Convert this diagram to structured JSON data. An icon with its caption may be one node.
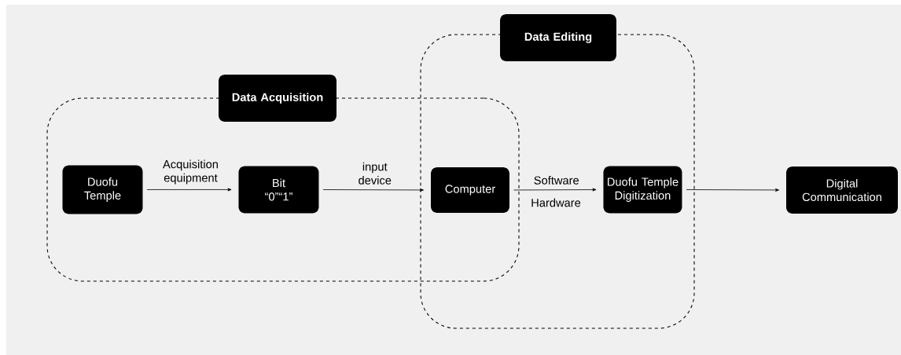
{
  "diagram": {
    "nodes": [
      {
        "text": [],
        "shape": "box"
      },
      {
        "text": [
          "Data Acquisition"
        ]
      },
      {
        "text": [],
        "shape": "box"
      },
      {
        "text": [
          "Data Editing"
        ]
      },
      {
        "text": [
          "Duofu Temple"
        ],
        "in": 0
      },
      {
        "text": [
          "Bit “0”“1”"
        ],
        "in": 0
      },
      {
        "text": [
          "Computer"
        ]
      },
      {
        "text": [
          "Duofu Temple Digitization"
        ],
        "in": 2
      },
      {
        "text": [
          "Digital Communication"
        ]
      }
    ],
    "edges": [
      {
        "from": 4,
        "to": 5,
        "arrow": "to",
        "label": "Acquisition equipment"
      },
      {
        "from": 5,
        "to": 6,
        "arrow": "to",
        "label": "input device"
      },
      {
        "from": 6,
        "to": 7,
        "arrow": "to",
        "label": "Software"
      },
      {
        "from": 7,
        "to": 8,
        "arrow": "to"
      }
    ],
    "labels": [
      "Hardware"
    ]
  }
}
